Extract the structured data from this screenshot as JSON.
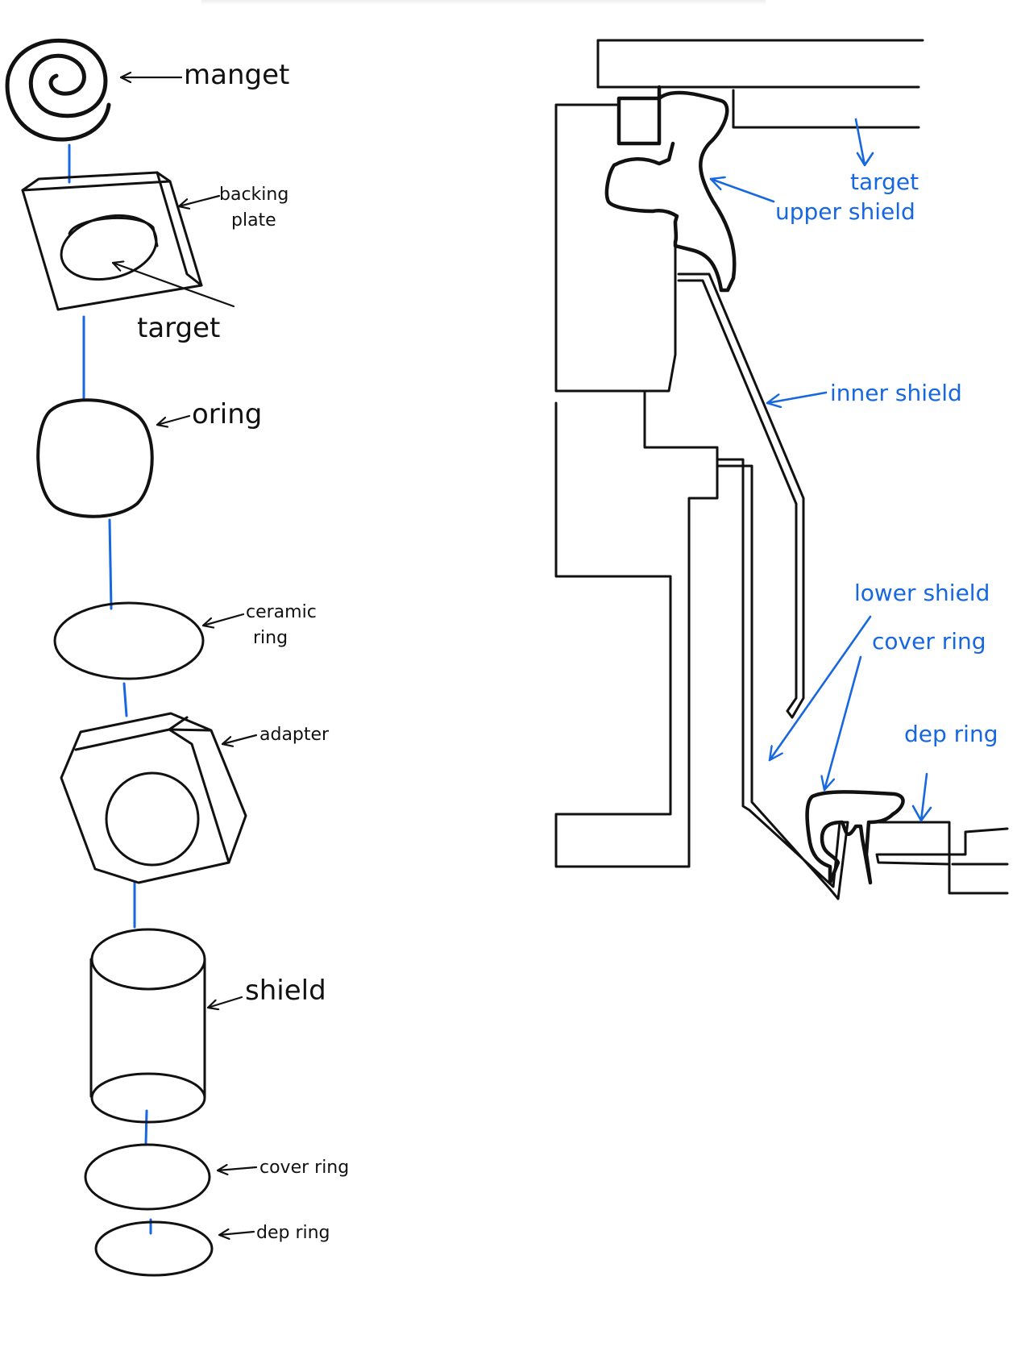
{
  "colors": {
    "ink": "#111111",
    "blue": "#1667e0",
    "background": "#ffffff"
  },
  "left_labels": {
    "magnet": "manget",
    "backing_plate_line1": "backing",
    "backing_plate_line2": "plate",
    "target": "target",
    "oring": "oring",
    "ceramic_line1": "ceramic",
    "ceramic_line2": "ring",
    "adapter": "adapter",
    "shield": "shield",
    "cover_ring": "cover ring",
    "dep_ring": "dep ring"
  },
  "right_labels": {
    "target": "target",
    "upper_shield": "upper shield",
    "inner_shield": "inner shield",
    "lower_shield": "lower shield",
    "cover_ring": "cover ring",
    "dep_ring": "dep ring"
  }
}
